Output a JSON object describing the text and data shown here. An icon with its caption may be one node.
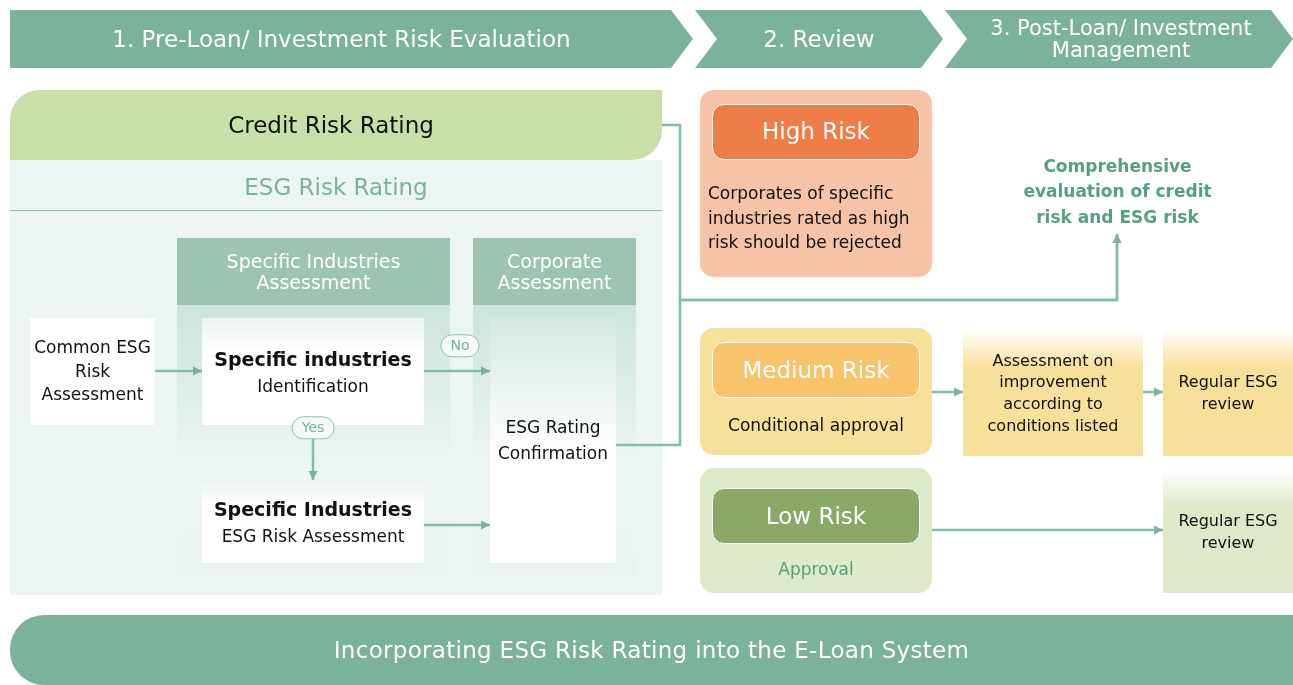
{
  "diagram": {
    "nodes": [
      {
        "text": [
          "1. Pre-Loan/ Investment Risk Evaluation"
        ]
      },
      {
        "text": [
          "2. Review"
        ]
      },
      {
        "text": [
          "3. Post-Loan/ Investment Management"
        ]
      },
      {
        "text": [
          "Credit Risk Rating"
        ]
      },
      {
        "text": [
          "ESG Risk Rating"
        ]
      },
      {
        "text": [
          "Common ESG Risk Assessment"
        ],
        "in": 4
      },
      {
        "text": [
          "Specific Industries Assessment"
        ],
        "in": 4
      },
      {
        "text": [
          "Specific industries",
          "Identification"
        ],
        "in": 6
      },
      {
        "text": [
          "Specific Industries",
          "ESG Risk Assessment"
        ],
        "in": 6
      },
      {
        "text": [
          "Corporate Assessment"
        ],
        "in": 4
      },
      {
        "text": [
          "ESG Rating Confirmation"
        ],
        "in": 9
      },
      {
        "text": [
          "Corporates of specific industries rated as high risk should be rejected"
        ]
      },
      {
        "text": [
          "High Risk"
        ],
        "in": 11
      },
      {
        "text": [
          "Comprehensive evaluation of credit risk and ESG risk"
        ]
      },
      {
        "text": [
          "Conditional approval"
        ]
      },
      {
        "text": [
          "Medium Risk"
        ],
        "in": 14
      },
      {
        "text": [
          "Assessment on improvement according to conditions listed"
        ]
      },
      {
        "text": [
          "Regular ESG review"
        ]
      },
      {
        "text": [
          "Approval"
        ]
      },
      {
        "text": [
          "Low Risk"
        ],
        "in": 18
      },
      {
        "text": [
          "Regular ESG review"
        ]
      },
      {
        "text": [
          "Incorporating ESG Risk Rating into the E-Loan System"
        ]
      }
    ],
    "edges": [
      {
        "from": 5,
        "to": 7,
        "arrow": "to"
      },
      {
        "from": 7,
        "to": 10,
        "arrow": "to",
        "label": "No"
      },
      {
        "from": 7,
        "to": 8,
        "arrow": "to",
        "label": "Yes"
      },
      {
        "from": 8,
        "to": 10,
        "arrow": "to"
      },
      {
        "from": 3,
        "to": 13,
        "arrow": "to"
      },
      {
        "from": 10,
        "to": 13,
        "arrow": "to"
      },
      {
        "from": 14,
        "to": 16,
        "arrow": "to"
      },
      {
        "from": 16,
        "to": 17,
        "arrow": "to"
      },
      {
        "from": 18,
        "to": 20,
        "arrow": "to"
      }
    ]
  }
}
